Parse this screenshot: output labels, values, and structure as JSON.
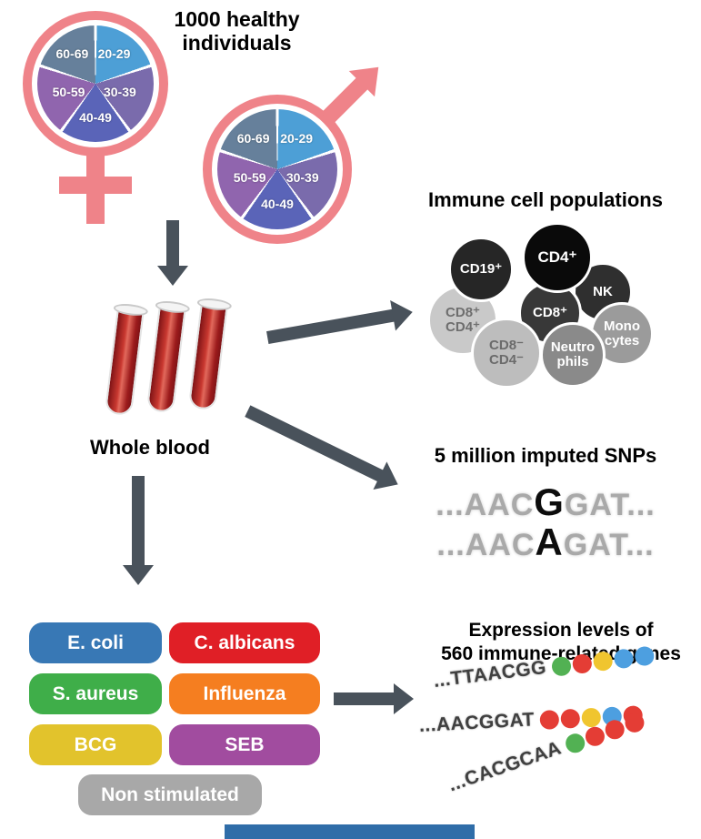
{
  "cohort": {
    "title_line1": "1000 healthy",
    "title_line2": "individuals",
    "age_groups": [
      "20-29",
      "30-39",
      "40-49",
      "50-59",
      "60-69"
    ],
    "slice_colors": {
      "20-29": "#4D9FD6",
      "30-39": "#7A6BAC",
      "40-49": "#5A64B8",
      "50-59": "#9065AE",
      "60-69": "#66809B"
    },
    "symbol_color": "#EF8389"
  },
  "blood": {
    "label": "Whole blood",
    "tube_color": "#B51F24"
  },
  "immune": {
    "heading": "Immune cell populations",
    "cells": [
      {
        "line1": "CD19⁺",
        "line2": "",
        "bg": "#262626",
        "fg": "#ffffff"
      },
      {
        "line1": "CD4⁺",
        "line2": "",
        "bg": "#0a0a0a",
        "fg": "#ffffff"
      },
      {
        "line1": "NK",
        "line2": "",
        "bg": "#2f2f2f",
        "fg": "#ffffff"
      },
      {
        "line1": "CD8⁺",
        "line2": "",
        "bg": "#383838",
        "fg": "#ffffff"
      },
      {
        "line1": "CD8⁺",
        "line2": "CD4⁺",
        "bg": "#c9c9c9",
        "fg": "#6e6e6e"
      },
      {
        "line1": "CD8⁻",
        "line2": "CD4⁻",
        "bg": "#bdbdbd",
        "fg": "#6b6b6b"
      },
      {
        "line1": "Neutro",
        "line2": "phils",
        "bg": "#8a8a8a",
        "fg": "#ffffff"
      },
      {
        "line1": "Mono",
        "line2": "cytes",
        "bg": "#9b9b9b",
        "fg": "#ffffff"
      }
    ]
  },
  "snps": {
    "heading": "5 million imputed SNPs",
    "lines": [
      {
        "prefix": "...AAC",
        "variant": "G",
        "suffix": "GAT..."
      },
      {
        "prefix": "...AAC",
        "variant": "A",
        "suffix": "GAT..."
      }
    ]
  },
  "stimuli": {
    "pills": [
      {
        "label": "E. coli",
        "color": "#3878B5"
      },
      {
        "label": "C. albicans",
        "color": "#E01F26"
      },
      {
        "label": "S. aureus",
        "color": "#3FAE49"
      },
      {
        "label": "Influenza",
        "color": "#F57E20"
      },
      {
        "label": "BCG",
        "color": "#E2C32C"
      },
      {
        "label": "SEB",
        "color": "#A14C9F"
      },
      {
        "label": "Non stimulated",
        "color": "#A8A8A8"
      }
    ]
  },
  "expression": {
    "heading_line1": "Expression levels of",
    "heading_line2": "560 immune-related genes",
    "dot_colors": {
      "green": "#52B153",
      "red": "#E43D35",
      "yellow": "#F0C52F",
      "blue": "#4D9FE0"
    },
    "rows": [
      {
        "sequence": "...TTAACGG",
        "dots": [
          "green",
          "red",
          "yellow",
          "blue",
          "blue"
        ]
      },
      {
        "sequence": "...AACGGAT",
        "dots": [
          "red",
          "red",
          "yellow",
          "blue",
          "red"
        ]
      },
      {
        "sequence": "...CACGCAA",
        "dots": [
          "green",
          "red",
          "red",
          "red"
        ]
      }
    ]
  },
  "arrow_color": "#49525B"
}
